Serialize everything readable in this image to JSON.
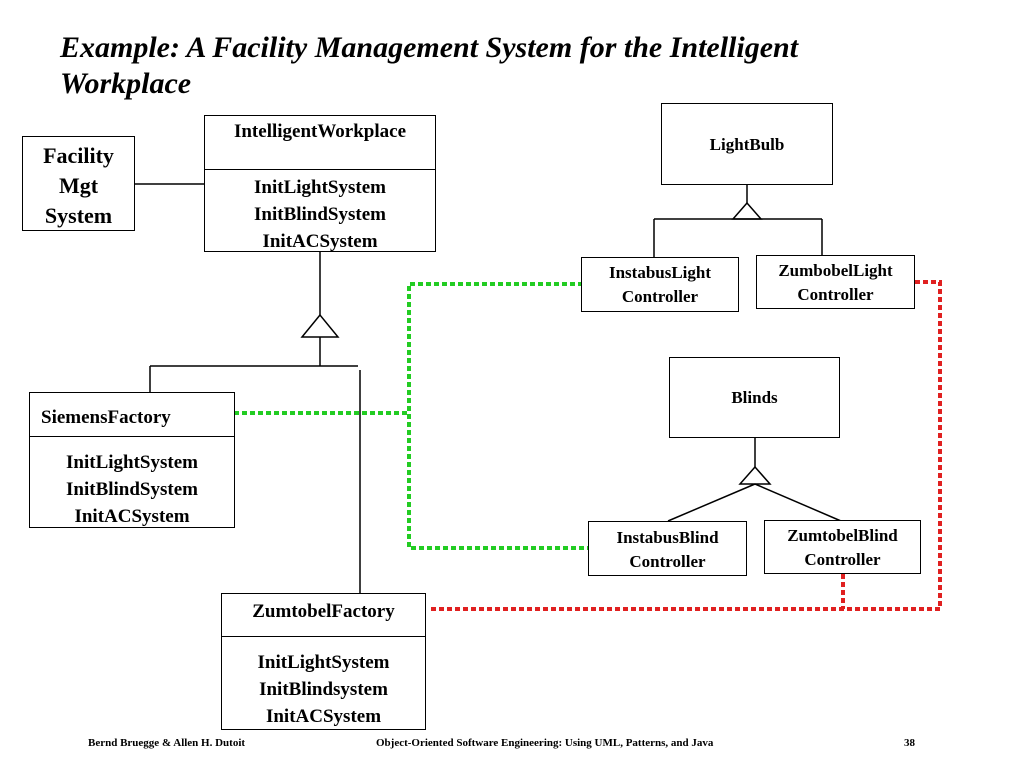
{
  "title": {
    "line1": "Example: A Facility Management System for the Intelligent",
    "line2": "Workplace"
  },
  "facility": {
    "lines": [
      "Facility",
      "Mgt",
      "System"
    ]
  },
  "intelligent_workplace": {
    "name": "IntelligentWorkplace",
    "operations": [
      "InitLightSystem",
      "InitBlindSystem",
      "InitACSystem"
    ]
  },
  "siemens_factory": {
    "name": "SiemensFactory",
    "operations": [
      "InitLightSystem",
      "InitBlindSystem",
      "InitACSystem"
    ]
  },
  "zumtobel_factory": {
    "name": "ZumtobelFactory",
    "operations": [
      "InitLightSystem",
      "InitBlindsystem",
      "InitACSystem"
    ]
  },
  "lightbulb": {
    "name": "LightBulb"
  },
  "instabus_light": {
    "lines": [
      "InstabusLight",
      "Controller"
    ]
  },
  "zumbobel_light": {
    "lines": [
      "ZumbobelLight",
      "Controller"
    ]
  },
  "blinds": {
    "name": "Blinds"
  },
  "instabus_blind": {
    "lines": [
      "InstabusBlind",
      "Controller"
    ]
  },
  "zumtobel_blind": {
    "lines": [
      "ZumtobelBlind",
      "Controller"
    ]
  },
  "colors": {
    "siemens_link": "#22cc22",
    "zumtobel_link": "#e02020"
  },
  "footer": {
    "authors": "Bernd Bruegge & Allen H. Dutoit",
    "book": "Object-Oriented Software Engineering: Using UML, Patterns, and Java",
    "page": "38"
  }
}
